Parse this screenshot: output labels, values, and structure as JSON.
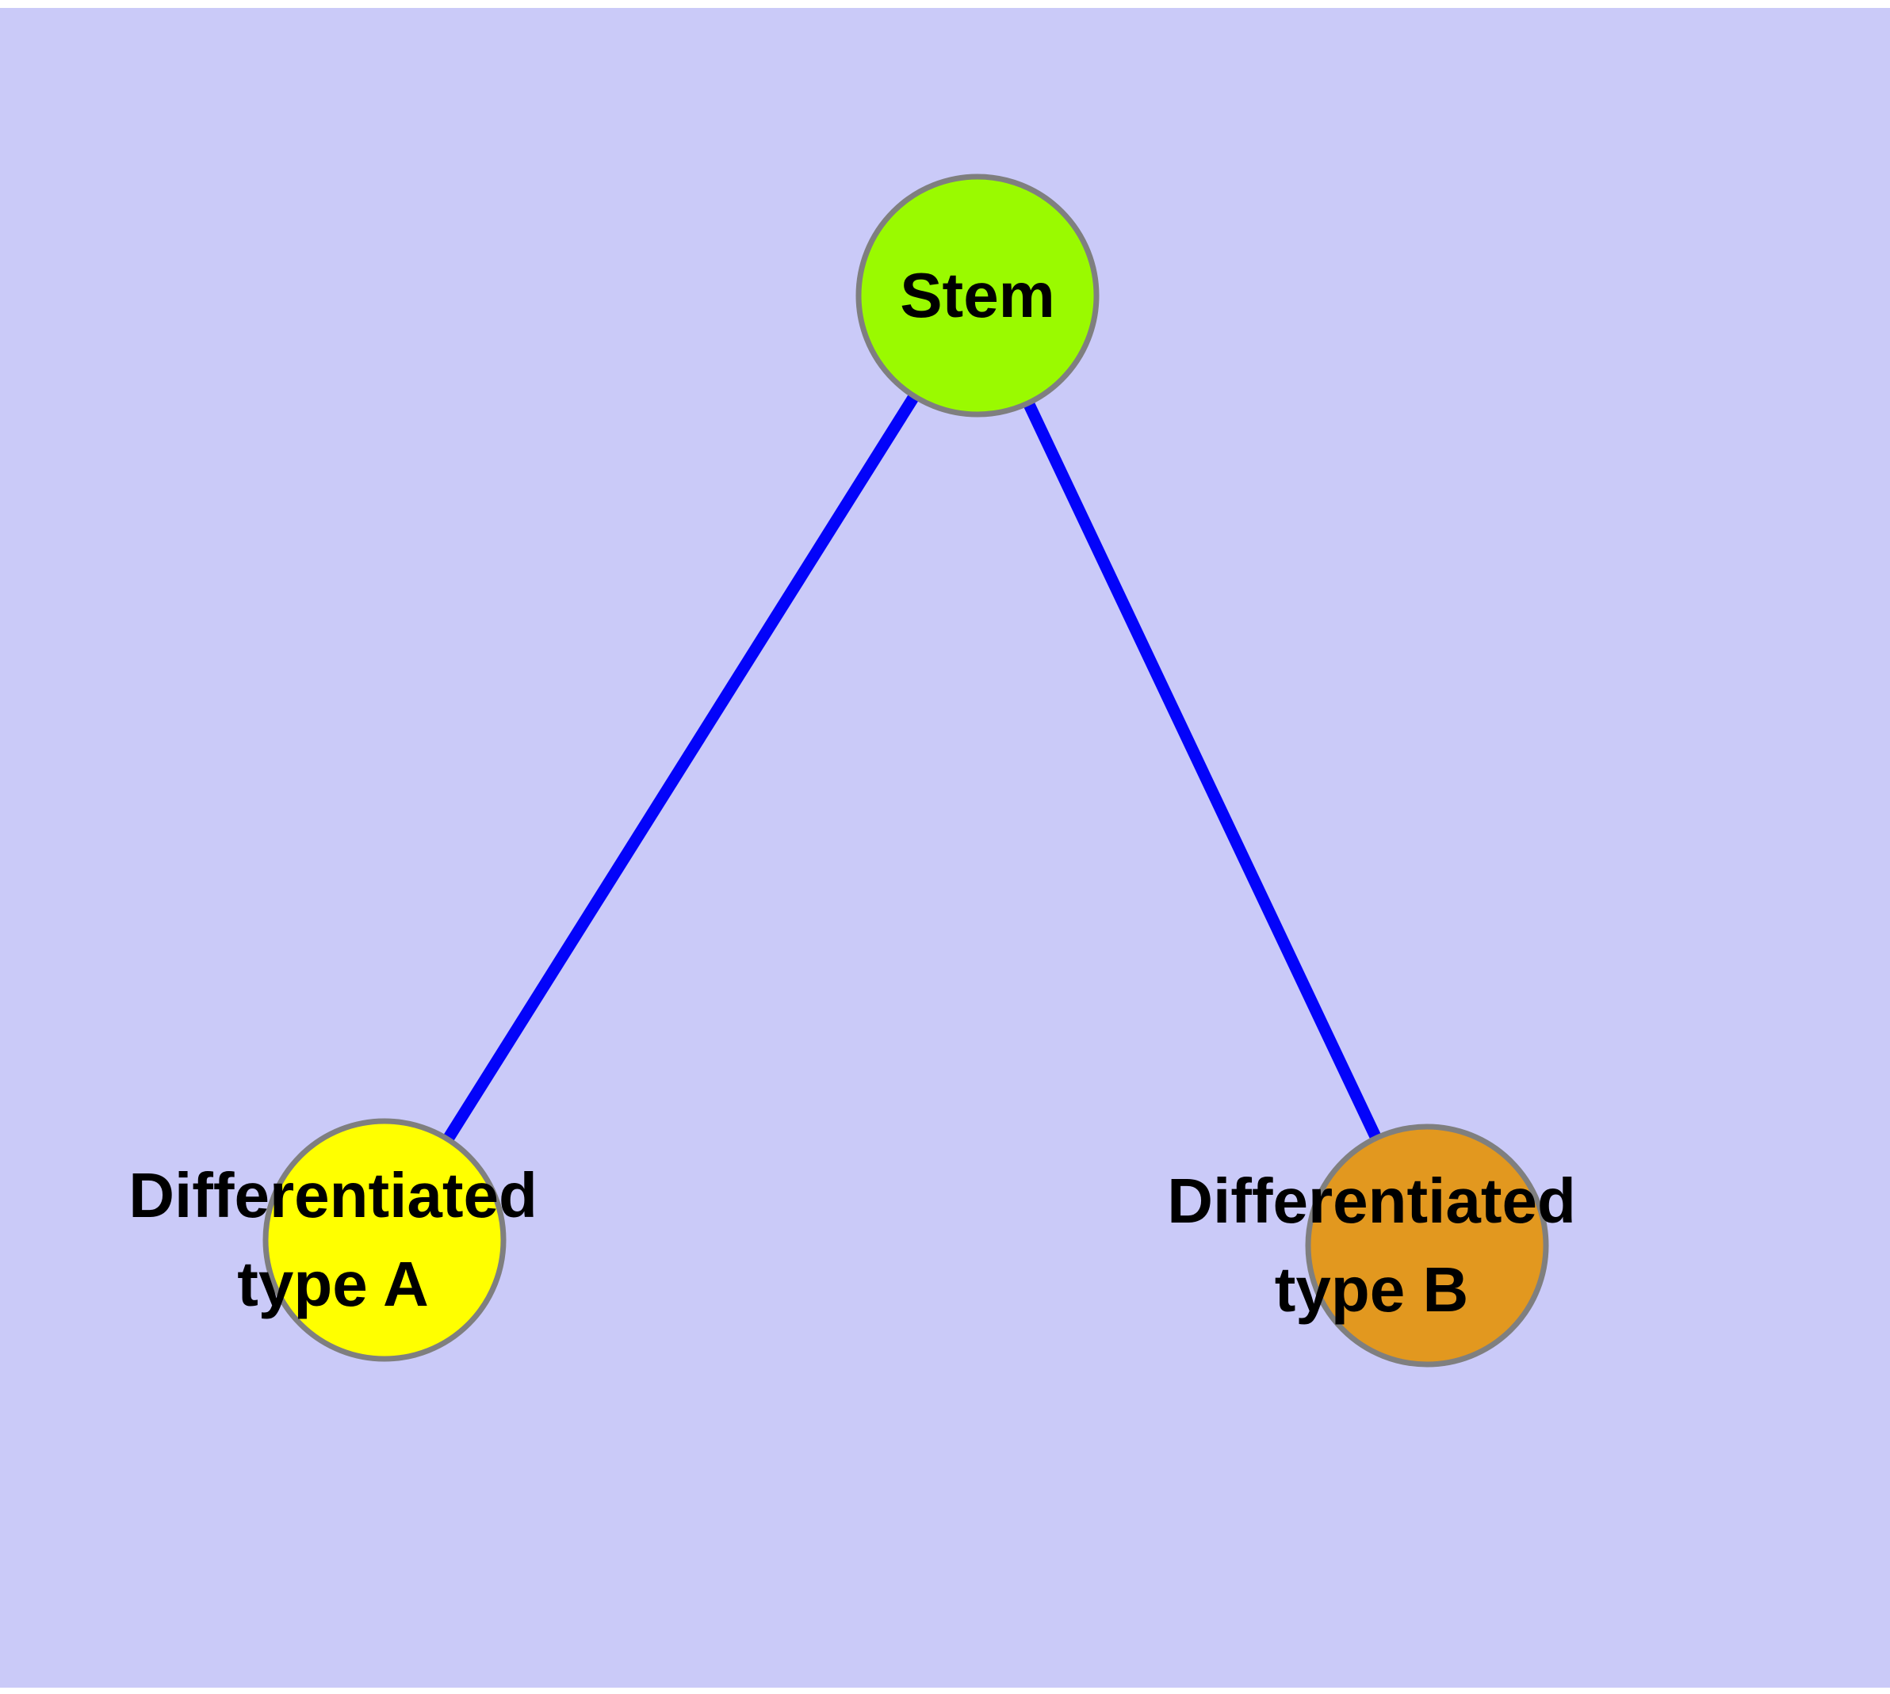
{
  "diagram": {
    "type": "node-link-graph",
    "background_color": "#CACAF8",
    "margin_color": "#FFFFFF",
    "edge_color": "#0303FA",
    "node_border_color": "#7F7F7F",
    "label_color": "#000000",
    "nodes": [
      {
        "id": "stem",
        "label": "Stem",
        "lines": [
          "Stem"
        ],
        "fill": "#9AFA00"
      },
      {
        "id": "type-a",
        "label": "Differentiated type A",
        "lines": [
          "Differentiated",
          "type A"
        ],
        "fill": "#FFFF00"
      },
      {
        "id": "type-b",
        "label": "Differentiated type B",
        "lines": [
          "Differentiated",
          "type B"
        ],
        "fill": "#E2981F"
      }
    ],
    "edges": [
      {
        "from": "Stem",
        "to": "Differentiated type A"
      },
      {
        "from": "Stem",
        "to": "Differentiated type B"
      }
    ]
  }
}
